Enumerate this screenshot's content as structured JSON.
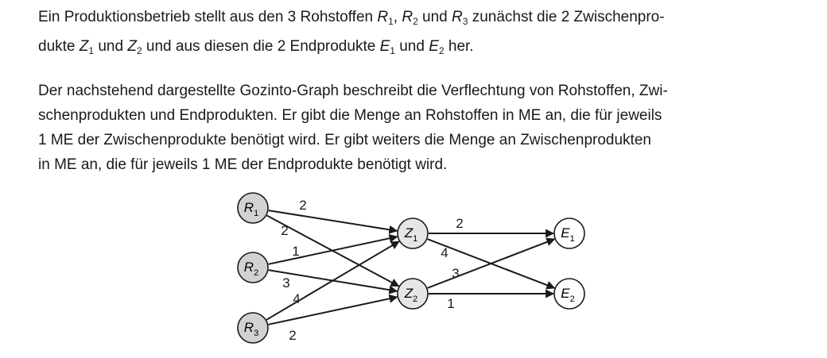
{
  "text": {
    "p1_l1_a": "Ein Produktionsbetrieb stellt aus den 3 Rohstoffen ",
    "p1_l1_sep1": ", ",
    "p1_l1_mid": " und ",
    "p1_l1_b": " zunächst die 2 Zwischenpro-",
    "p1_l2_a": "dukte ",
    "p1_l2_und1": " und ",
    "p1_l2_b": " und aus diesen die 2 Endprodukte ",
    "p1_l2_und2": " und ",
    "p1_l2_c": " her.",
    "p2_l1": "Der nachstehend dargestellte Gozinto-Graph beschreibt die Verflechtung von Rohstoffen, Zwi-",
    "p2_l2": "schenprodukten und Endprodukten. Er gibt die Menge an Rohstoffen in ME an, die für jeweils",
    "p2_l3": "1 ME der Zwischenprodukte benötigt wird. Er gibt weiters die Menge an Zwischenprodukten",
    "p2_l4": "in ME an, die für jeweils 1 ME der Endprodukte benötigt wird."
  },
  "vars": {
    "R": "R",
    "Z": "Z",
    "E": "E",
    "s1": "1",
    "s2": "2",
    "s3": "3"
  },
  "nodes": {
    "R1": {
      "letter": "R",
      "index": "1",
      "fill": "#d2d2d2"
    },
    "R2": {
      "letter": "R",
      "index": "2",
      "fill": "#d2d2d2"
    },
    "R3": {
      "letter": "R",
      "index": "3",
      "fill": "#d2d2d2"
    },
    "Z1": {
      "letter": "Z",
      "index": "1",
      "fill": "#e6e6e6"
    },
    "Z2": {
      "letter": "Z",
      "index": "2",
      "fill": "#e6e6e6"
    },
    "E1": {
      "letter": "E",
      "index": "1",
      "fill": "#ffffff"
    },
    "E2": {
      "letter": "E",
      "index": "2",
      "fill": "#ffffff"
    }
  },
  "edges": [
    {
      "from": "R1",
      "to": "Z1",
      "label": "2"
    },
    {
      "from": "R1",
      "to": "Z2",
      "label": "2"
    },
    {
      "from": "R2",
      "to": "Z1",
      "label": "1"
    },
    {
      "from": "R2",
      "to": "Z2",
      "label": "3"
    },
    {
      "from": "R3",
      "to": "Z1",
      "label": "4"
    },
    {
      "from": "R3",
      "to": "Z2",
      "label": "2"
    },
    {
      "from": "Z1",
      "to": "E1",
      "label": "2"
    },
    {
      "from": "Z1",
      "to": "E2",
      "label": "4"
    },
    {
      "from": "Z2",
      "to": "E1",
      "label": "3"
    },
    {
      "from": "Z2",
      "to": "E2",
      "label": "1"
    }
  ],
  "colors": {
    "stroke": "#1a1a1a",
    "text": "#1a1a1a"
  }
}
